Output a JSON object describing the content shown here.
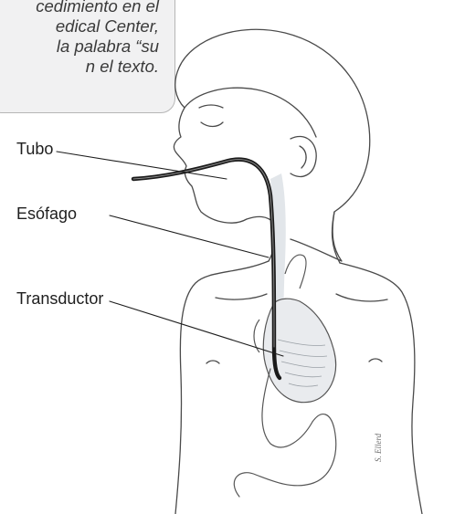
{
  "callout": {
    "lines": [
      "cedimiento en el",
      "edical Center,",
      "la palabra “su",
      "n el texto."
    ]
  },
  "labels": {
    "tube": "Tubo",
    "esophagus": "Esófago",
    "transducer": "Transductor"
  },
  "signature": "S. Ellerd"
}
